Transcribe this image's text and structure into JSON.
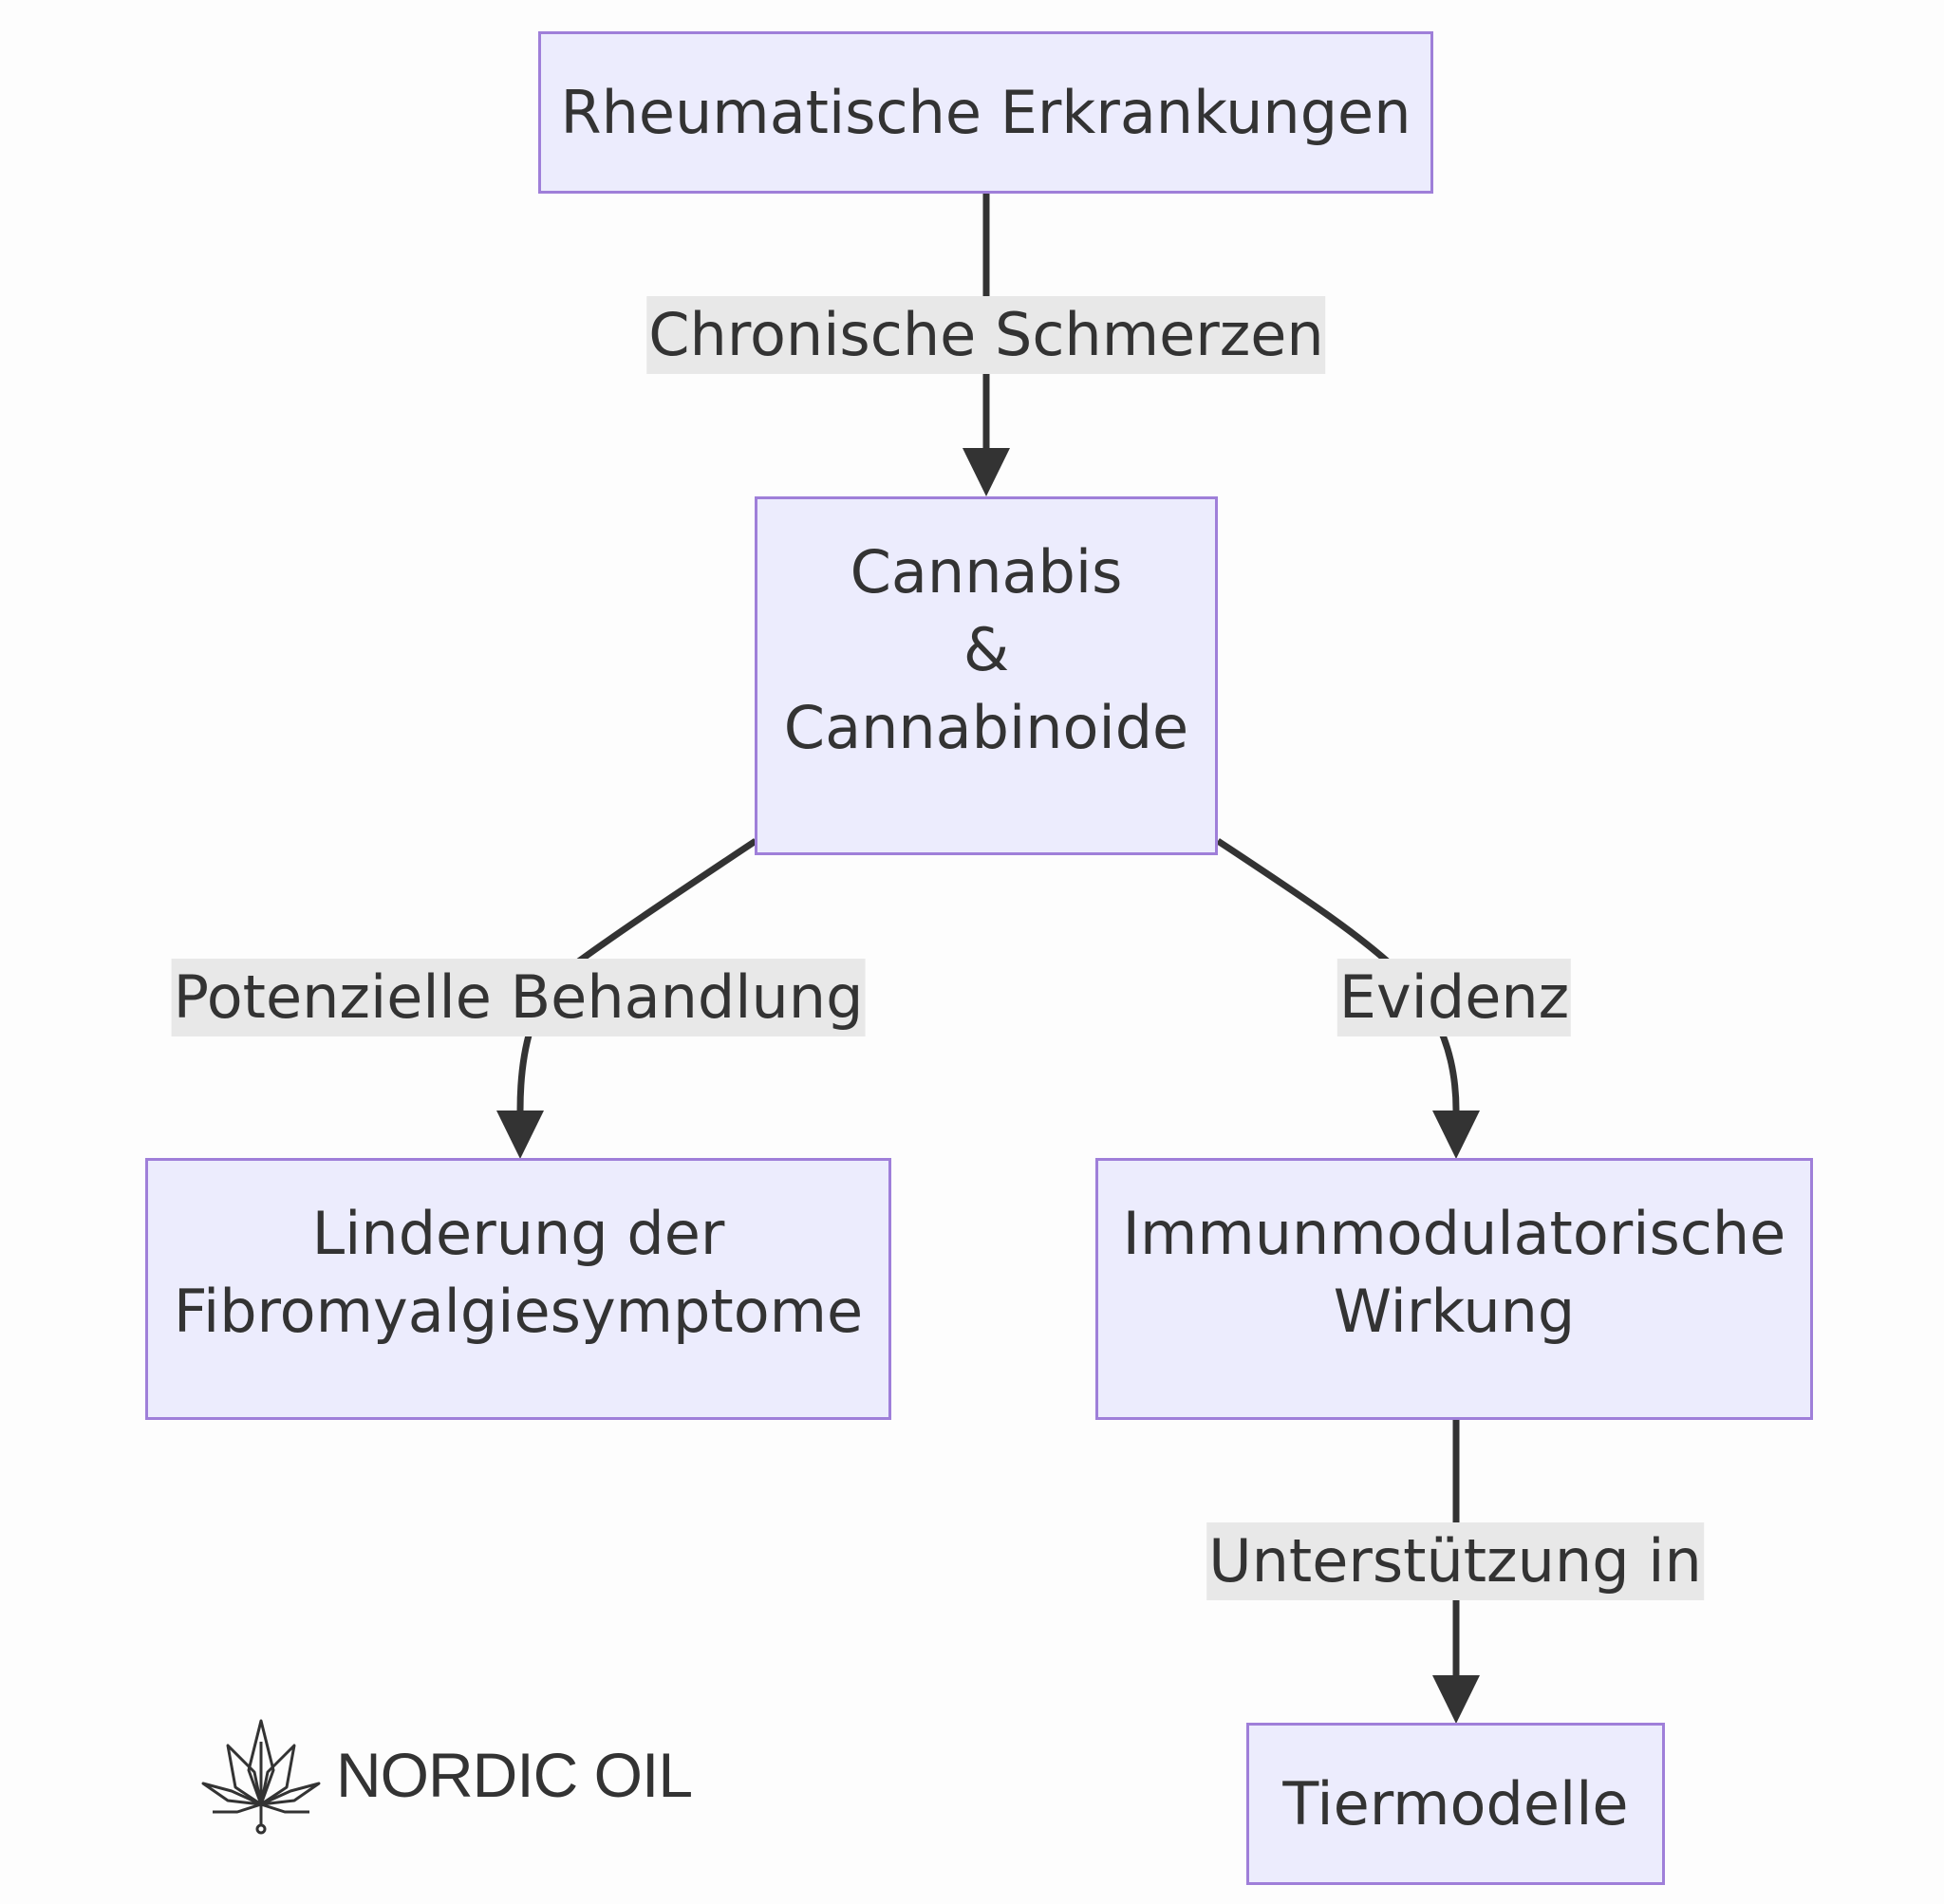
{
  "nodes": {
    "rheuma": {
      "lines": [
        "Rheumatische Erkrankungen"
      ]
    },
    "cannabis": {
      "lines": [
        "Cannabis",
        "&",
        "Cannabinoide"
      ]
    },
    "linderung": {
      "lines": [
        "Linderung der",
        "Fibromyalgiesymptome"
      ]
    },
    "immun": {
      "lines": [
        "Immunmodulatorische",
        "Wirkung"
      ]
    },
    "tiermodelle": {
      "lines": [
        "Tiermodelle"
      ]
    }
  },
  "edges": {
    "e1": {
      "label": "Chronische Schmerzen"
    },
    "e2": {
      "label": "Potenzielle Behandlung"
    },
    "e3": {
      "label": "Evidenz"
    },
    "e4": {
      "label": "Unterstützung in"
    }
  },
  "logo": {
    "text": "NORDIC OIL",
    "icon": "cannabis-leaf-icon"
  },
  "colors": {
    "node_fill": "#ececfd",
    "node_border": "#9f7fd9",
    "edge": "#333333",
    "label_bg": "#e8e8e8"
  }
}
